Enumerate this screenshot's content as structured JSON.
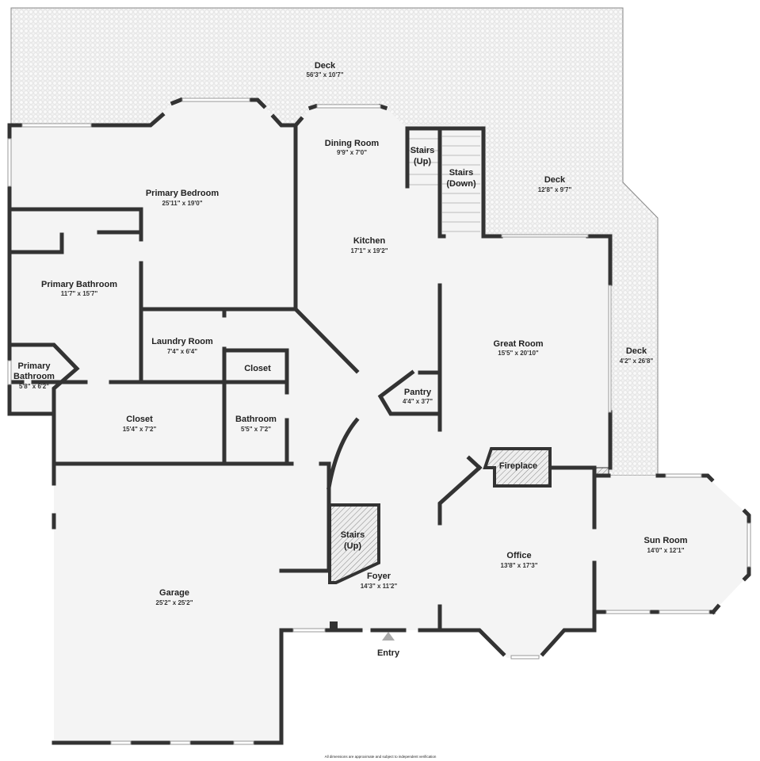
{
  "rooms": {
    "deck_top": {
      "name": "Deck",
      "dims": "56'3\" x 10'7\""
    },
    "deck_mid": {
      "name": "Deck",
      "dims": "12'8\" x 9'7\""
    },
    "deck_side": {
      "name": "Deck",
      "dims": "4'2\" x 26'8\""
    },
    "primary_bedroom": {
      "name": "Primary Bedroom",
      "dims": "25'11\" x 19'0\""
    },
    "dining_room": {
      "name": "Dining Room",
      "dims": "9'9\" x 7'0\""
    },
    "stairs_up_top": {
      "line1": "Stairs",
      "line2": "(Up)"
    },
    "stairs_down": {
      "line1": "Stairs",
      "line2": "(Down)"
    },
    "kitchen": {
      "name": "Kitchen",
      "dims": "17'1\" x 19'2\""
    },
    "primary_bathroom": {
      "name": "Primary Bathroom",
      "dims": "11'7\" x 15'7\""
    },
    "primary_bathroom_small": {
      "line1": "Primary",
      "line2": "Bathroom",
      "dims": "5'8\" x 6'2\""
    },
    "laundry_room": {
      "name": "Laundry Room",
      "dims": "7'4\" x 6'4\""
    },
    "closet_small": {
      "name": "Closet"
    },
    "great_room": {
      "name": "Great Room",
      "dims": "15'5\" x 20'10\""
    },
    "pantry": {
      "name": "Pantry",
      "dims": "4'4\" x 3'7\""
    },
    "closet": {
      "name": "Closet",
      "dims": "15'4\" x 7'2\""
    },
    "bathroom": {
      "name": "Bathroom",
      "dims": "5'5\" x 7'2\""
    },
    "fireplace": {
      "name": "Fireplace"
    },
    "stairs_up_foyer": {
      "line1": "Stairs",
      "line2": "(Up)"
    },
    "foyer": {
      "name": "Foyer",
      "dims": "14'3\" x 11'2\""
    },
    "office": {
      "name": "Office",
      "dims": "13'8\" x 17'3\""
    },
    "sun_room": {
      "name": "Sun Room",
      "dims": "14'0\" x 12'1\""
    },
    "garage": {
      "name": "Garage",
      "dims": "25'2\" x 25'2\""
    }
  },
  "entry_label": "Entry",
  "disclaimer": "All dimensions are approximate and subject to independent verification"
}
